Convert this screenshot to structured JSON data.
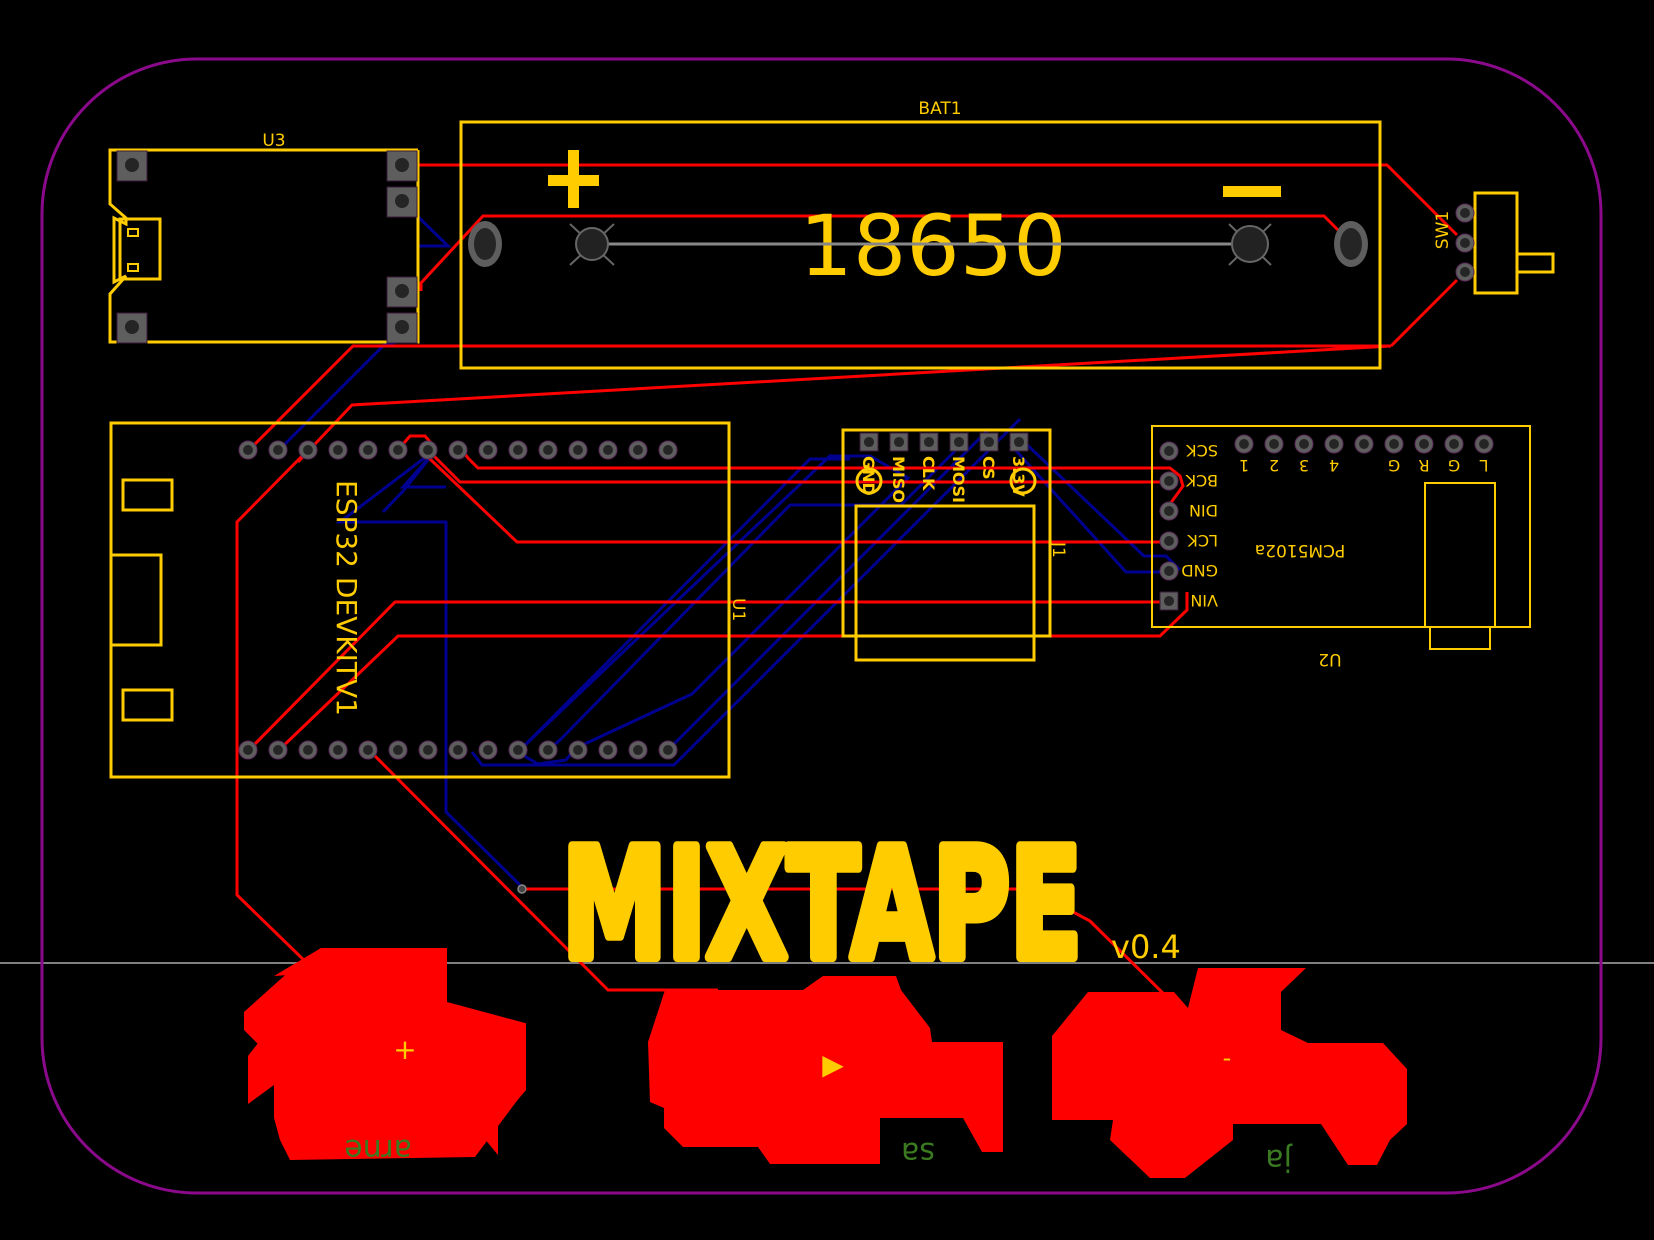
{
  "app": {
    "view": "PCB layout (top layer view)",
    "colors": {
      "background": "#000000",
      "board_outline": "#8b0a8b",
      "silkscreen": "#ffcc00",
      "top_copper": "#ff0000",
      "bottom_copper": "#000090",
      "pad": "#5e5e5e",
      "drill": "#252525",
      "bottom_silkscreen": "#3a7a20",
      "guide_line": "#808080"
    }
  },
  "components": {
    "u3": {
      "designator": "U3",
      "description": "USB charging module"
    },
    "bat1": {
      "designator": "BAT1",
      "label": "18650",
      "plus_symbol": "+",
      "minus_symbol": "−"
    },
    "sw1": {
      "designator": "SW1"
    },
    "u1": {
      "designator": "U1",
      "label": "ESP32 DEVKITV1",
      "pins_per_row": 15
    },
    "j1": {
      "designator": "J1",
      "pins": [
        "GND",
        "MISO",
        "CLK",
        "MOSI",
        "CS",
        "3.3V"
      ]
    },
    "u2": {
      "designator": "U2",
      "label": "PCM5102a",
      "left_pins": [
        "SCK",
        "BCK",
        "DIN",
        "LCK",
        "GND",
        "VIN"
      ],
      "top_pins": [
        "1",
        "2",
        "3",
        "4",
        "",
        "G",
        "R",
        "G",
        "L"
      ]
    }
  },
  "branding": {
    "logo": "MIXTAPE",
    "version": "v0.4"
  },
  "buttons": [
    {
      "symbol": "+",
      "name": "volume-up"
    },
    {
      "symbol": "▶",
      "name": "play"
    },
    {
      "symbol": "-",
      "name": "volume-down"
    }
  ],
  "bottom_silk_fragments": [
    "arne",
    "sa",
    "ja"
  ]
}
